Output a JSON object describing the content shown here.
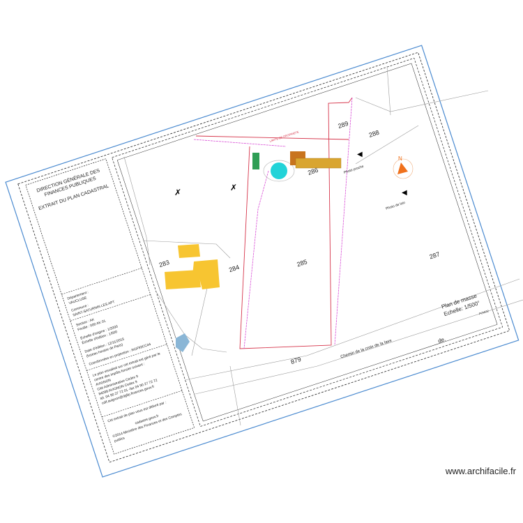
{
  "panel": {
    "title1": "DIRECTION GÉNÉRALE DES",
    "title2": "FINANCES PUBLIQUES",
    "title3": "EXTRAIT DU PLAN CADASTRAL",
    "dept_label": "Département :",
    "dept_value": "VAUCLUSE",
    "commune_label": "Commune :",
    "commune_value": "SAINT-SATURNIN LES APT",
    "section": "Section : AK",
    "feuille": "Feuille : 000 AK 01",
    "echelle_origine": "Échelle d'origine : 1/2000",
    "echelle_edition": "Échelle d'édition : 1/500",
    "date_edition": "Date d'édition : 12/11/2015",
    "fuseau": "(fuseau horaire de Paris)",
    "coordonnees": "Coordonnées en projection : RGF93CC44",
    "centre1": "Le plan visualisé sur cet extrait est géré par le",
    "centre2": "centre des impôts foncier suivant :",
    "centre3": "AVIGNON",
    "centre4": "Cité Administrative Cedex 9",
    "centre5": "84098 AVIGNON Cedex 9",
    "centre6": "tél. 04 90 27 72 01 -fax 04 90 27 72 72",
    "centre7": "cdif.avignon@dgfip.finances.gouv.fr",
    "extrait1": "Cet extrait de plan vous est délivré par :",
    "extrait2": "cadastre.gouv.fr",
    "extrait3": "©2014 Ministère des Finances et des Comptes",
    "extrait4": "publics"
  },
  "plan": {
    "parcels": [
      "283",
      "284",
      "285",
      "286",
      "287",
      "288",
      "289",
      "879"
    ],
    "road_name": "Chemin de la croix de la lave",
    "road_suffix": "de.",
    "limit_label": "LIMITE DE PROPRIETE",
    "photo_near": "Photo proche",
    "photo_far": "Photo de loin",
    "north": "N",
    "title": "Plan de masse",
    "scale": "Echelle: 1/500°",
    "ref": "PCMI32",
    "colors": {
      "building": "#f7c531",
      "pool": "#22d3d8",
      "garden": "#2e9e55",
      "extension": "#c8741e",
      "limit": "#d6344a",
      "fence": "#d94fd6",
      "frame": "#4a8ad0",
      "compass": "#f0711c",
      "water": "#8ab6d6"
    }
  },
  "watermark": "www.archifacile.fr"
}
